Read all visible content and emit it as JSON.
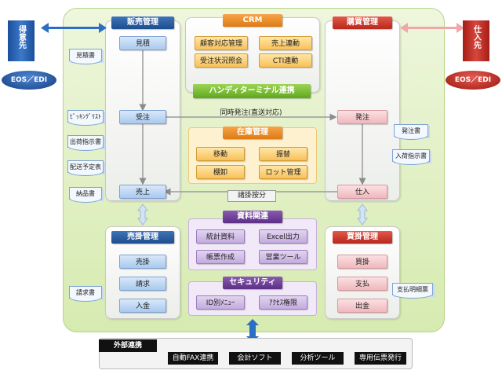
{
  "left_partner": {
    "name": "得意先",
    "eos": "EOS／EDI"
  },
  "right_partner": {
    "name": "仕入先",
    "eos": "EOS／EDI"
  },
  "sales": {
    "title": "販売管理",
    "estimate": "見積",
    "order": "受注",
    "sales": "売上"
  },
  "purchase": {
    "title": "購買管理",
    "order": "発注",
    "purchase": "仕入"
  },
  "crm": {
    "title": "CRM",
    "items": [
      "顧客対応管理",
      "売上連動",
      "受注状況照会",
      "CTI連動"
    ]
  },
  "handy": {
    "title": "ハンディターミナル連携"
  },
  "direct_order": "同時発注(直送対応)",
  "inventory": {
    "title": "在庫管理",
    "items": [
      "移動",
      "振替",
      "棚卸",
      "ロット管理"
    ]
  },
  "allocation": "諸掛按分",
  "ar": {
    "title": "売掛管理",
    "items": [
      "売掛",
      "請求",
      "入金"
    ]
  },
  "ap": {
    "title": "買掛管理",
    "items": [
      "買掛",
      "支払",
      "出金"
    ]
  },
  "materials": {
    "title": "資料関連",
    "items": [
      "統計資料",
      "Excel出力",
      "帳票作成",
      "営業ツール"
    ]
  },
  "security": {
    "title": "セキュリティ",
    "items": [
      "ID別ﾒﾆｭｰ",
      "ｱｸｾｽ権限"
    ]
  },
  "left_docs": [
    "見積書",
    "ﾋﾟｯｷﾝｸﾞﾘｽﾄ",
    "出荷指示書",
    "配送予定表",
    "納品書",
    "請求書"
  ],
  "right_docs": [
    "発注書",
    "入荷指示書",
    "支払明細票"
  ],
  "external": {
    "title": "外部連携",
    "items": [
      "自動FAX連携",
      "会計ソフト",
      "分析ツール",
      "専用伝票発行"
    ]
  },
  "colors": {
    "red": "#c8342a",
    "blue": "#2a5da6",
    "orange": "#ea8d2c",
    "green": "#7dc03a",
    "purple": "#6e3f98"
  }
}
